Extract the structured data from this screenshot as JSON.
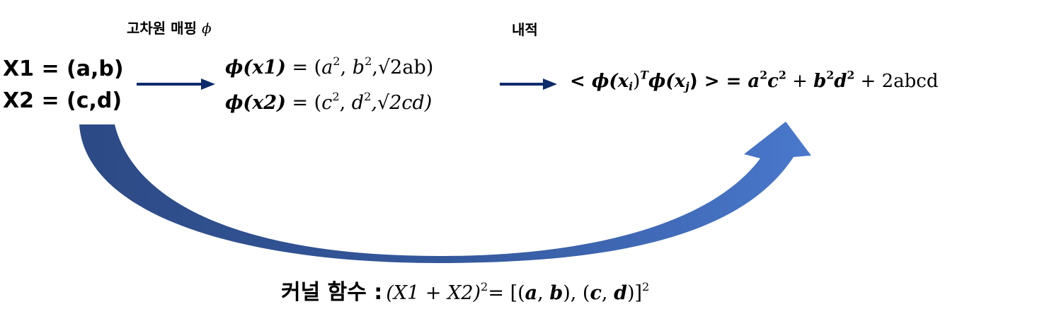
{
  "labels": {
    "mapping": "고차원 매핑",
    "mapping_symbol": "ϕ",
    "inner_product": "내적",
    "kernel": "커널 함수 :"
  },
  "vectors": {
    "x1": "X1  =  (a,b)",
    "x2": "X2  =  (c,d)"
  },
  "mapped": {
    "phi1_fn": "ϕ",
    "phi1_arg": "(x1)",
    "phi1_rhs_prefix": " = (",
    "phi1_a": "a",
    "phi1_sep": ", ",
    "phi1_b": "b",
    "phi1_sqrt": ",√2ab)",
    "phi2_fn": "ϕ",
    "phi2_arg": "(x2)",
    "phi2_rhs_prefix": " = (",
    "phi2_c": "c",
    "phi2_sep": ", ",
    "phi2_d": "d",
    "phi2_sqrt": ",√2cd)"
  },
  "inner": {
    "open": "< ",
    "phi_i": "ϕ",
    "xi": "(x",
    "i_sub": "i",
    "close_T": ")",
    "T": "T",
    "phi_j": "ϕ",
    "xj": "(x",
    "j_sub": "j",
    "close": ") >  =  ",
    "a2": "a",
    "c2": "c",
    "plus1": " + ",
    "b2": "b",
    "d2": "d",
    "tail": "  +  2abcd"
  },
  "kernel_expr": {
    "lhs": "(X1 + X2)",
    "eq": "=  [(",
    "a": "a",
    "comma1": ", ",
    "b": "b",
    "mid": "), (",
    "c": "c",
    "comma2": ", ",
    "d": "d",
    "end": ")]"
  },
  "superscript": "2",
  "colors": {
    "arrow_dark": "#0d2a6b",
    "arc_start": "#2c4a85",
    "arc_end": "#4a78cc"
  }
}
